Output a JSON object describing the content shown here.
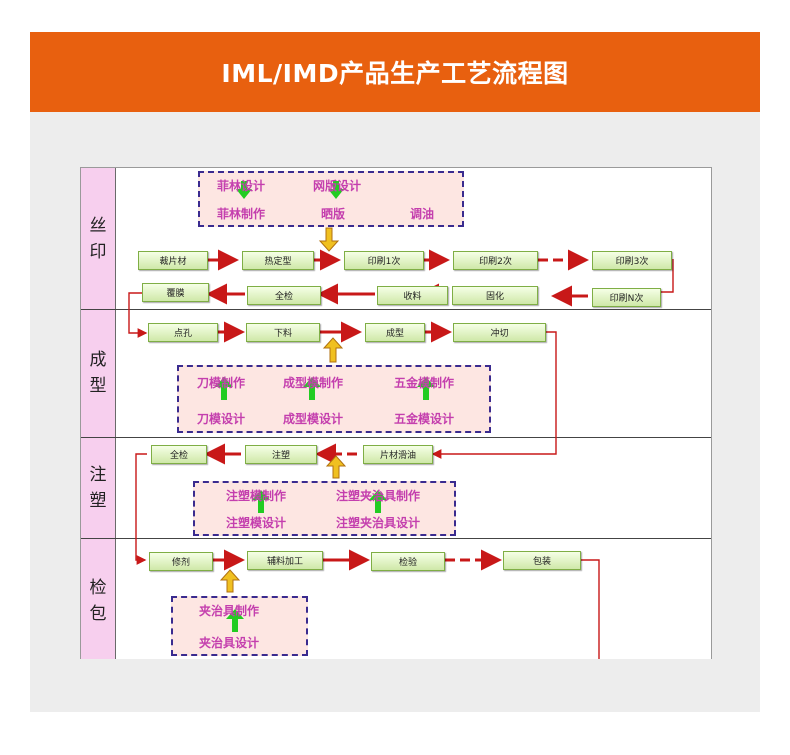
{
  "page_title": "IML/IMD产品生产工艺流程图",
  "stages": [
    {
      "id": "silk",
      "chars": [
        "丝",
        "印"
      ]
    },
    {
      "id": "form",
      "chars": [
        "成",
        "型"
      ]
    },
    {
      "id": "inject",
      "chars": [
        "注",
        "塑"
      ]
    },
    {
      "id": "inspect",
      "chars": [
        "检",
        "包"
      ]
    }
  ],
  "silk": {
    "prep": {
      "film_design": "菲林设计",
      "film_make": "菲林制作",
      "screen_design": "网版设计",
      "screen_expose": "晒版",
      "ink_mix": "调油"
    },
    "steps": {
      "cut_material": "裁片材",
      "heat_set": "热定型",
      "print1": "印刷1次",
      "print2": "印刷2次",
      "print3": "印刷3次",
      "printN": "印刷N次",
      "cure": "固化",
      "collect": "收料",
      "full_check": "全检",
      "laminate": "覆膜"
    }
  },
  "form": {
    "steps": {
      "punch": "点孔",
      "blank": "下料",
      "forming": "成型",
      "die_cut": "冲切"
    },
    "tooling": {
      "knife_make": "刀模制作",
      "knife_design": "刀模设计",
      "form_make": "成型模制作",
      "form_design": "成型模设计",
      "hw_make": "五金模制作",
      "hw_design": "五金模设计"
    }
  },
  "inject": {
    "steps": {
      "full_check": "全检",
      "molding": "注塑",
      "film_load": "片材滑油"
    },
    "tooling": {
      "mold_make": "注塑模制作",
      "mold_design": "注塑模设计",
      "fixture_make": "注塑夹治具制作",
      "fixture_design": "注塑夹治具设计"
    }
  },
  "inspect": {
    "steps": {
      "trim": "修剂",
      "aux": "辅料加工",
      "inspection": "检验",
      "packing": "包装"
    },
    "tooling": {
      "fixture_make": "夹治具制作",
      "fixture_design": "夹治具设计"
    }
  },
  "colors": {
    "banner": "#e8600f",
    "panel": "#ededed",
    "stage_fill": "#f7cfee",
    "box_border": "#7fae45",
    "group_fill": "#fde6e2",
    "group_border": "#3a2b8f",
    "group_text": "#c43fae",
    "green_arrow": "#22cc22",
    "flow_arrow": "#c81818",
    "hollow_arrow": "#f0c020"
  }
}
